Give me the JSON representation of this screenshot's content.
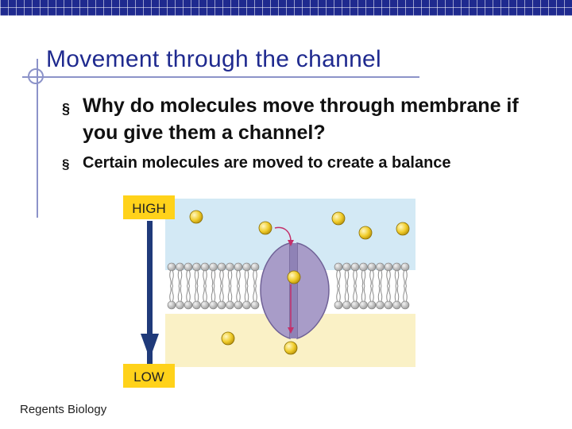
{
  "slide": {
    "title": "Movement through the channel",
    "bullets": [
      "Why do molecules move through membrane if you give them a channel?",
      "Certain molecules are moved to create a balance"
    ],
    "footer": "Regents Biology"
  },
  "diagram": {
    "high_label": "HIGH",
    "low_label": "LOW",
    "colors": {
      "upper_fluid": "#d3e9f5",
      "lower_fluid": "#faf1c6",
      "label_bg": "#ffd21a",
      "arrow": "#1f3a7a",
      "protein": "#a89cc8",
      "molecule": "#f0cc2a",
      "guide_arrow": "#c4306a"
    }
  },
  "decor": {
    "bar_color": "#1f2a8f",
    "line_color": "#8c93c9"
  }
}
